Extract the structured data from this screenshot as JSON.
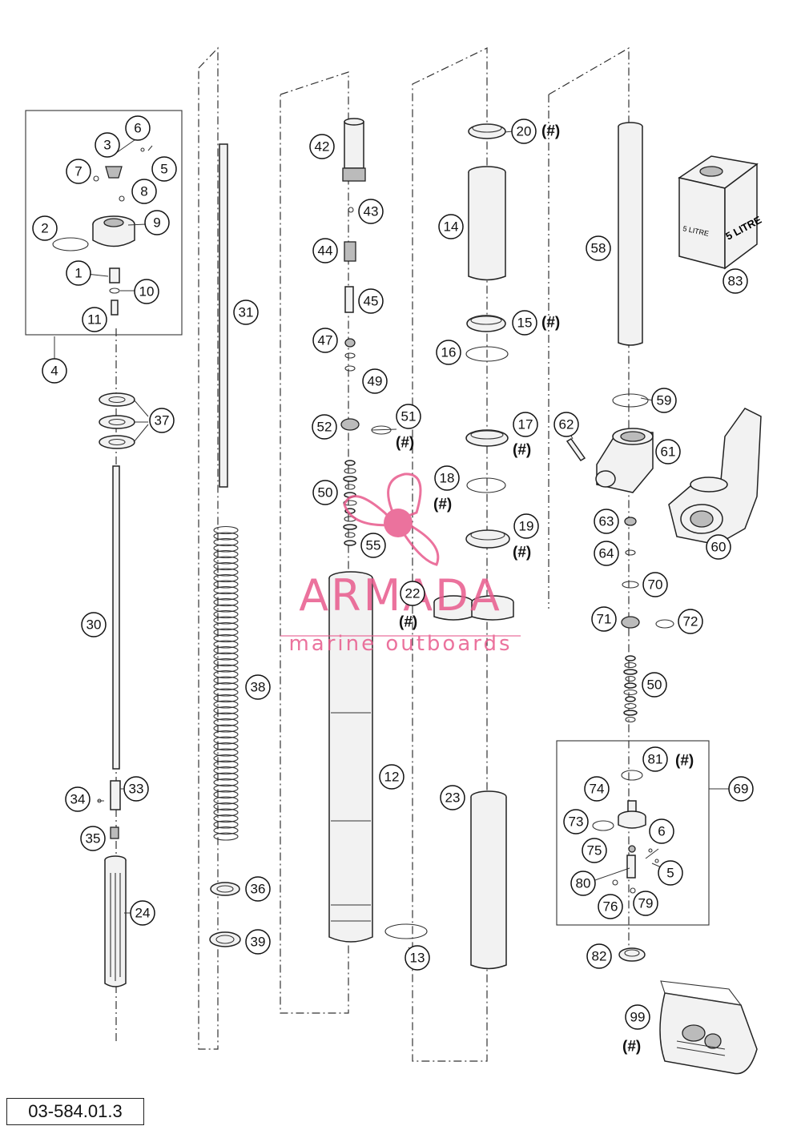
{
  "document_number": "03-584.01.3",
  "spare_note": "(#)",
  "watermark": {
    "brand": "ARMADA",
    "tagline": "marine outboards",
    "color": "#e85a8c"
  },
  "can_label": "5 LITRE",
  "callouts": [
    {
      "id": "c1",
      "label": "1"
    },
    {
      "id": "c2",
      "label": "2"
    },
    {
      "id": "c3",
      "label": "3"
    },
    {
      "id": "c4",
      "label": "4"
    },
    {
      "id": "c5a",
      "label": "5"
    },
    {
      "id": "c6a",
      "label": "6"
    },
    {
      "id": "c7",
      "label": "7"
    },
    {
      "id": "c8",
      "label": "8"
    },
    {
      "id": "c9",
      "label": "9"
    },
    {
      "id": "c10",
      "label": "10"
    },
    {
      "id": "c11",
      "label": "11"
    },
    {
      "id": "c12",
      "label": "12"
    },
    {
      "id": "c13",
      "label": "13"
    },
    {
      "id": "c14",
      "label": "14"
    },
    {
      "id": "c15",
      "label": "15"
    },
    {
      "id": "c16",
      "label": "16"
    },
    {
      "id": "c17",
      "label": "17"
    },
    {
      "id": "c18",
      "label": "18"
    },
    {
      "id": "c19",
      "label": "19"
    },
    {
      "id": "c20",
      "label": "20"
    },
    {
      "id": "c22",
      "label": "22"
    },
    {
      "id": "c23",
      "label": "23"
    },
    {
      "id": "c24",
      "label": "24"
    },
    {
      "id": "c30",
      "label": "30"
    },
    {
      "id": "c31",
      "label": "31"
    },
    {
      "id": "c33",
      "label": "33"
    },
    {
      "id": "c34",
      "label": "34"
    },
    {
      "id": "c35",
      "label": "35"
    },
    {
      "id": "c36",
      "label": "36"
    },
    {
      "id": "c37",
      "label": "37"
    },
    {
      "id": "c38",
      "label": "38"
    },
    {
      "id": "c39",
      "label": "39"
    },
    {
      "id": "c42",
      "label": "42"
    },
    {
      "id": "c43",
      "label": "43"
    },
    {
      "id": "c44",
      "label": "44"
    },
    {
      "id": "c45",
      "label": "45"
    },
    {
      "id": "c47",
      "label": "47"
    },
    {
      "id": "c49",
      "label": "49"
    },
    {
      "id": "c50a",
      "label": "50"
    },
    {
      "id": "c51",
      "label": "51"
    },
    {
      "id": "c52",
      "label": "52"
    },
    {
      "id": "c55",
      "label": "55"
    },
    {
      "id": "c58",
      "label": "58"
    },
    {
      "id": "c59",
      "label": "59"
    },
    {
      "id": "c60",
      "label": "60"
    },
    {
      "id": "c61",
      "label": "61"
    },
    {
      "id": "c62",
      "label": "62"
    },
    {
      "id": "c63",
      "label": "63"
    },
    {
      "id": "c64",
      "label": "64"
    },
    {
      "id": "c69",
      "label": "69"
    },
    {
      "id": "c70",
      "label": "70"
    },
    {
      "id": "c71",
      "label": "71"
    },
    {
      "id": "c72",
      "label": "72"
    },
    {
      "id": "c50b",
      "label": "50"
    },
    {
      "id": "c73",
      "label": "73"
    },
    {
      "id": "c74",
      "label": "74"
    },
    {
      "id": "c75",
      "label": "75"
    },
    {
      "id": "c6b",
      "label": "6"
    },
    {
      "id": "c5b",
      "label": "5"
    },
    {
      "id": "c76",
      "label": "76"
    },
    {
      "id": "c79",
      "label": "79"
    },
    {
      "id": "c80",
      "label": "80"
    },
    {
      "id": "c81",
      "label": "81"
    },
    {
      "id": "c82",
      "label": "82"
    },
    {
      "id": "c83",
      "label": "83"
    },
    {
      "id": "c99",
      "label": "99"
    }
  ]
}
